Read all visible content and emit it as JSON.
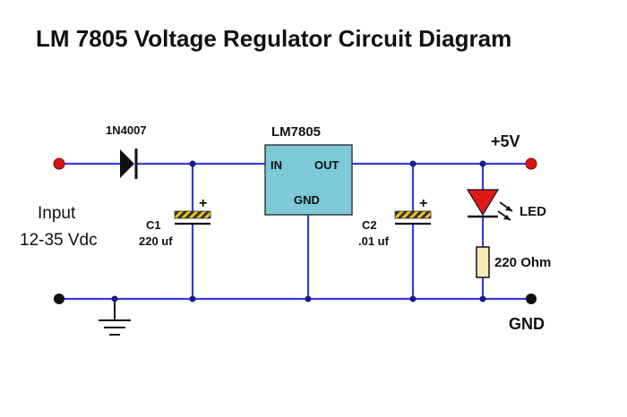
{
  "title": "LM 7805 Voltage Regulator Circuit Diagram",
  "components": {
    "diode": {
      "label": "1N4007"
    },
    "regulator": {
      "label": "LM7805",
      "pin_in": "IN",
      "pin_out": "OUT",
      "pin_gnd": "GND"
    },
    "c1": {
      "name": "C1",
      "value": "220 uf",
      "polarity": "+"
    },
    "c2": {
      "name": "C2",
      "value": ".01 uf",
      "polarity": "+"
    },
    "led": {
      "label": "LED"
    },
    "resistor": {
      "label": "220 Ohm"
    }
  },
  "labels": {
    "input_line1": "Input",
    "input_line2": "12-35 Vdc",
    "output": "+5V",
    "ground": "GND"
  },
  "colors": {
    "wire": "#3a3adf",
    "terminal_red": "#d81818",
    "terminal_black": "#111111",
    "regulator_fill": "#7dc9d8",
    "capacitor_stripe_yellow": "#f0c419",
    "resistor_fill": "#f5e9b8",
    "led_red": "#e01818"
  }
}
